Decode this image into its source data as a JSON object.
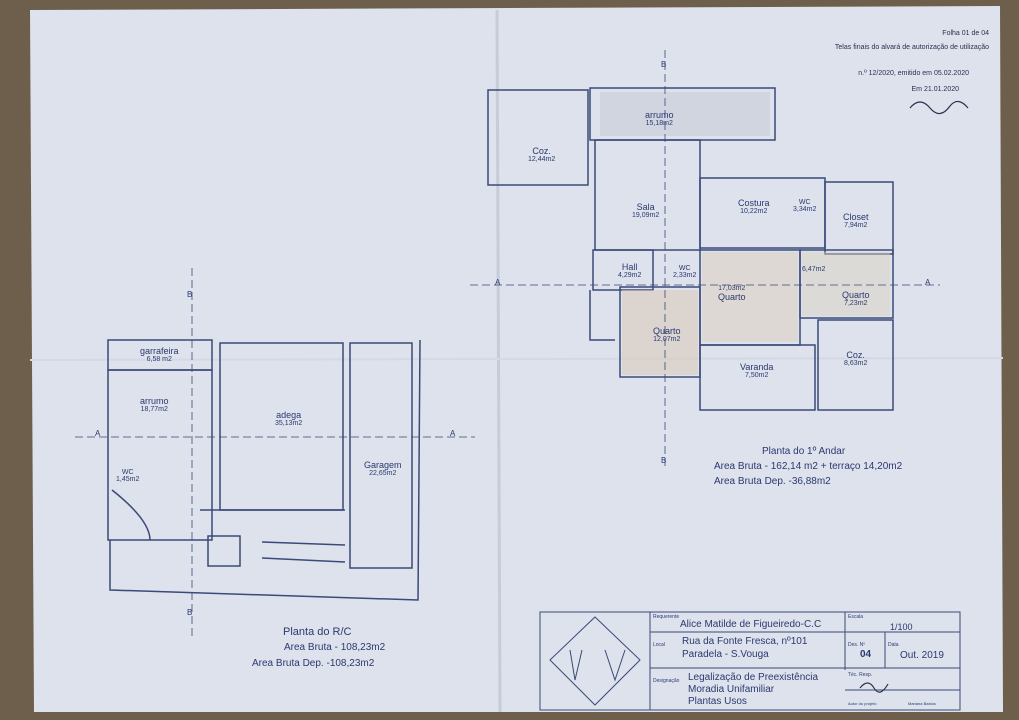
{
  "header": {
    "sheet": "Folha 01 de 04",
    "line1": "Telas finais do alvará de autorização de utilização",
    "line2": "n.º 12/2020, emitido em 05.02.2020",
    "line3": "Em 21.01.2020"
  },
  "ground_floor": {
    "title": "Planta do R/C",
    "area_bruta": "Area Bruta - 108,23m2",
    "area_bruta_dep": "Area Bruta Dep. -108,23m2",
    "rooms": [
      {
        "name": "garrafeira",
        "area": "6,58 m2"
      },
      {
        "name": "arrumo",
        "area": "18,77m2"
      },
      {
        "name": "adega",
        "area": "35,13m2"
      },
      {
        "name": "Garagem",
        "area": "22,65m2"
      },
      {
        "name": "WC",
        "area": "1,45m2"
      }
    ]
  },
  "first_floor": {
    "title": "Planta do 1º Andar",
    "area_bruta": "Area Bruta - 162,14 m2 + terraço 14,20m2",
    "area_bruta_dep": "Area Bruta Dep. -36,88m2",
    "rooms": [
      {
        "name": "arrumo",
        "area": "15,18m2"
      },
      {
        "name": "Coz.",
        "area": "12,44m2"
      },
      {
        "name": "Sala",
        "area": "19,09m2"
      },
      {
        "name": "Costura",
        "area": "10,22m2"
      },
      {
        "name": "WC",
        "area": "3,34m2"
      },
      {
        "name": "Closet",
        "area": "7,94m2"
      },
      {
        "name": "Hall",
        "area": "4,29m2"
      },
      {
        "name": "WC",
        "area": "2,33m2"
      },
      {
        "name": "Quarto",
        "area": "17,03m2"
      },
      {
        "name": "",
        "area": "6,47m2"
      },
      {
        "name": "Quarto",
        "area": "7,23m2"
      },
      {
        "name": "Quarto",
        "area": "12,07m2"
      },
      {
        "name": "Coz.",
        "area": "8,63m2"
      },
      {
        "name": "Varanda",
        "area": "7,50m2"
      }
    ]
  },
  "section_marks": {
    "a": "A",
    "b": "B"
  },
  "title_block": {
    "requerente_label": "Requerente",
    "requerente": "Alice Matilde de Figueiredo-C.C",
    "escala_label": "Escala",
    "escala": "1/100",
    "local_label": "Local",
    "local1": "Rua da Fonte Fresca, nº101",
    "local2": "Paradela - S.Vouga",
    "des_label": "Des. Nº",
    "des": "04",
    "data_label": "Data",
    "data": "Out. 2019",
    "designacao_label": "Designação",
    "designacao1": "Legalização de Preexistência",
    "designacao2": "Moradia Unifamiliar",
    "designacao3": "Plantas Usos",
    "tec_label": "Téc. Resp.",
    "autor_label": "Autor do projeto",
    "autor": "Mariana Bastos"
  },
  "colors": {
    "paper": "#dfe3ee",
    "ink": "#3b4a78",
    "table": "#7a6a55"
  }
}
